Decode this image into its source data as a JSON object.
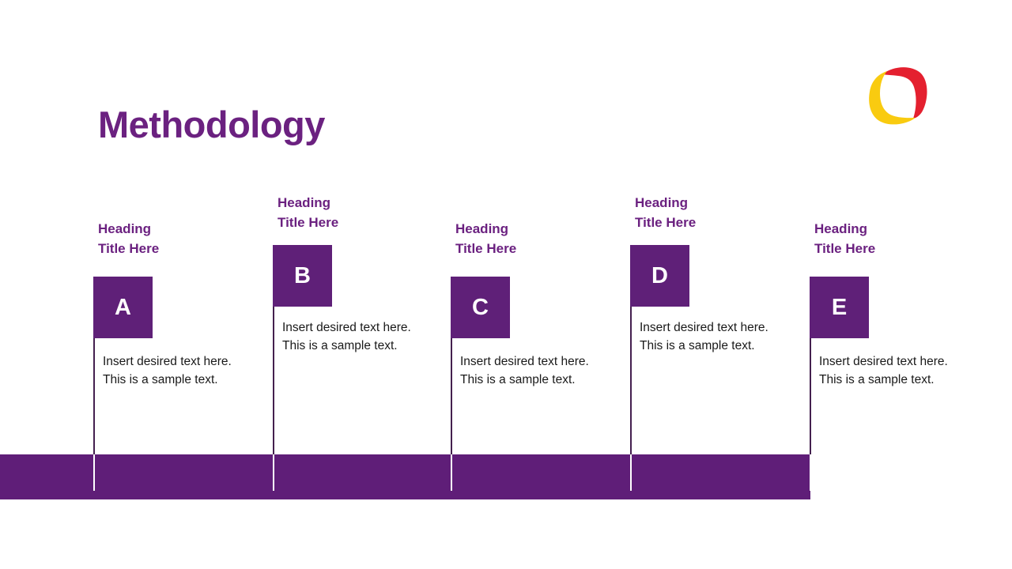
{
  "slide": {
    "title": "Methodology",
    "background_color": "#ffffff",
    "accent_purple": "#5F1E78",
    "heading_purple": "#6B2180",
    "body_text_color": "#1a1a1a"
  },
  "logo": {
    "name": "brand-logo",
    "arc_red_color": "#E4202F",
    "arc_yellow_color": "#F9CB10"
  },
  "footer": {
    "color": "#5F1E78"
  },
  "columns": [
    {
      "id": "a",
      "letter": "A",
      "heading": "Heading\nTitle Here",
      "body": "Insert desired text here. This is a sample text.",
      "position": "low"
    },
    {
      "id": "b",
      "letter": "B",
      "heading": "Heading\nTitle Here",
      "body": "Insert desired text here. This is a sample text.",
      "position": "high"
    },
    {
      "id": "c",
      "letter": "C",
      "heading": "Heading\nTitle Here",
      "body": "Insert desired text here. This is a sample text.",
      "position": "low"
    },
    {
      "id": "d",
      "letter": "D",
      "heading": "Heading\nTitle Here",
      "body": "Insert desired text here. This is a sample text.",
      "position": "high"
    },
    {
      "id": "e",
      "letter": "E",
      "heading": "Heading\nTitle Here",
      "body": "Insert desired text here. This is a sample text.",
      "position": "low"
    }
  ]
}
